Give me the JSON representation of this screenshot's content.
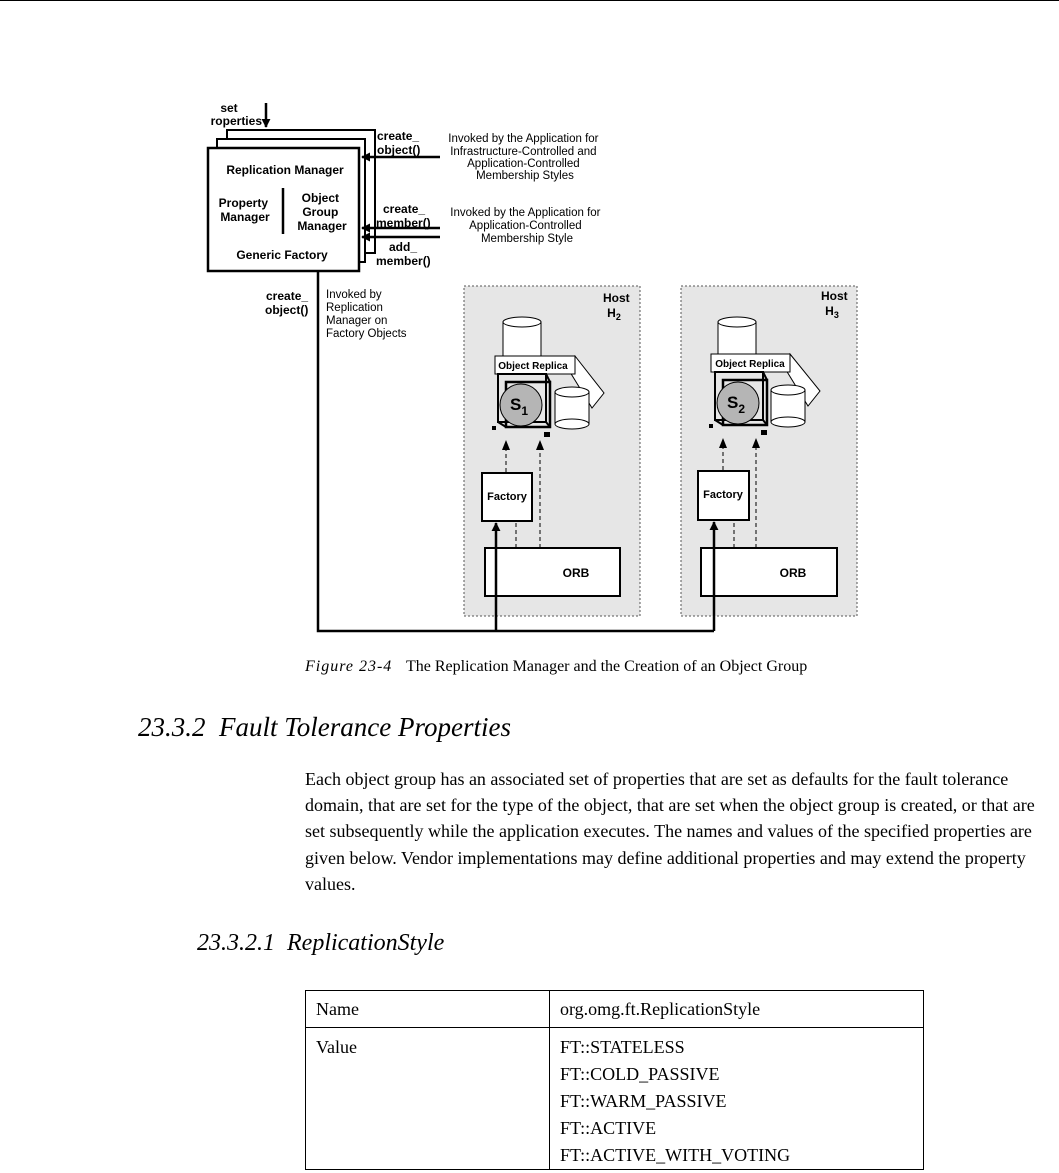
{
  "diagram": {
    "set_properties": [
      "set",
      "roperties"
    ],
    "replication_manager": "Replication Manager",
    "property_manager": [
      "Property",
      "Manager"
    ],
    "object_group_manager": [
      "Object",
      "Group",
      "Manager"
    ],
    "generic_factory": "Generic Factory",
    "create_object_1": [
      "create_",
      "object()"
    ],
    "create_member": [
      "create_",
      "member()"
    ],
    "add_member": [
      "add_",
      "member()"
    ],
    "note_1": [
      "Invoked by the Application for",
      "Infrastructure-Controlled and",
      "Application-Controlled",
      "Membership Styles"
    ],
    "note_2": [
      "Invoked by the Application for",
      "Application-Controlled",
      "Membership Style"
    ],
    "create_object_2": [
      "create_",
      "object()"
    ],
    "note_3": [
      "Invoked by",
      "Replication",
      "Manager on",
      "Factory Objects"
    ],
    "host_label": "Host",
    "host_a": {
      "letter": "H",
      "sub": "2",
      "replica": "Object Replica",
      "s_letter": "S",
      "s_sub": "1",
      "factory": "Factory",
      "orb": "ORB"
    },
    "host_b": {
      "letter": "H",
      "sub": "3",
      "replica": "Object Replica",
      "s_letter": "S",
      "s_sub": "2",
      "factory": "Factory",
      "orb": "ORB"
    }
  },
  "caption": {
    "label": "Figure 23-4",
    "text": "The Replication Manager and the Creation of an Object Group"
  },
  "section": {
    "heading": "23.3.2  Fault Tolerance Properties",
    "body": "Each object group has an associated set of properties that are set as defaults for the fault tolerance domain, that are set for the type of the object, that are set when the object group is created, or that are set subsequently while the application executes. The names and values of the specified properties are given below. Vendor implementations may define additional properties and may extend the property values."
  },
  "subsection": {
    "heading": "23.3.2.1  ReplicationStyle"
  },
  "table": {
    "name_label": "Name",
    "name_value": "org.omg.ft.ReplicationStyle",
    "value_label": "Value",
    "values": [
      "FT::STATELESS",
      "FT::COLD_PASSIVE",
      "FT::WARM_PASSIVE",
      "FT::ACTIVE",
      "FT::ACTIVE_WITH_VOTING"
    ]
  }
}
